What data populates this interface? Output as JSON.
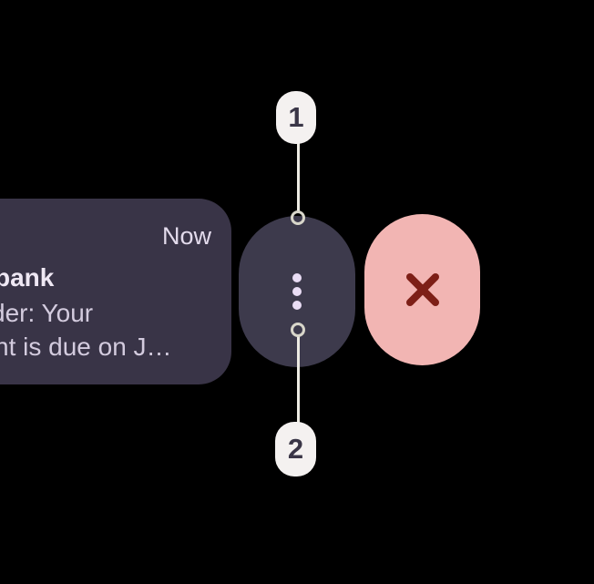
{
  "background_color": "#000000",
  "notification": {
    "timestamp": "Now",
    "title_fragment": "bank",
    "body_line1_fragment": "der: Your",
    "body_line2_fragment": "nt is due on J…",
    "card_color": "#393447",
    "timestamp_color": "#E3DBEC",
    "title_color": "#EFE8F4",
    "body_color": "#D3CBDE"
  },
  "swipe_actions": {
    "more_options": {
      "icon": "more-vert-icon",
      "pill_color": "#3D3A4C",
      "dot_color": "#EADDF5"
    },
    "dismiss": {
      "icon": "close-icon",
      "pill_color": "#F2B5B3",
      "icon_color": "#7D1F17"
    }
  },
  "callouts": {
    "marker1": {
      "label": "1"
    },
    "marker2": {
      "label": "2"
    },
    "badge_color": "#F4F1F0",
    "number_color": "#3A3647",
    "line_color": "#EDEBE3",
    "ring_color": "#D8D6CA"
  }
}
